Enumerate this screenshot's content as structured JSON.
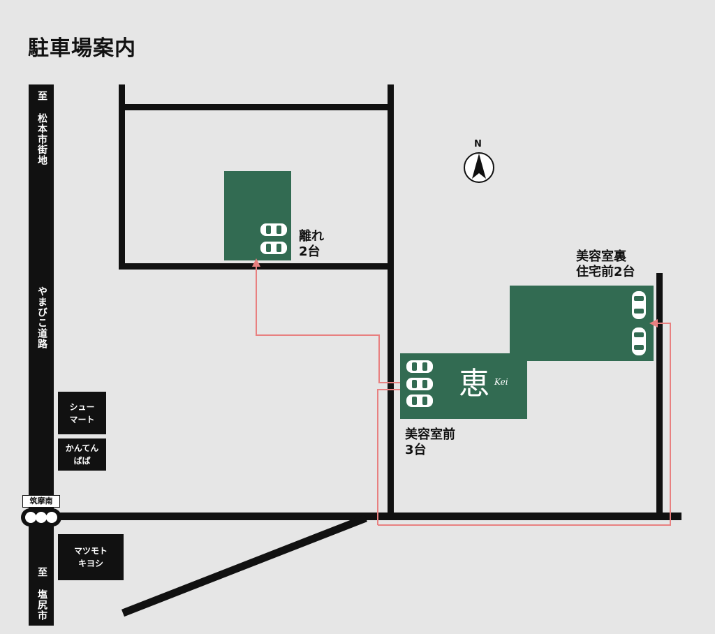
{
  "title": "駐車場案内",
  "roads": {
    "to_north": "至 松本市街地",
    "road_name": "やまびこ道路",
    "to_south": "至 塩尻市"
  },
  "intersection": "筑摩南",
  "stores": {
    "store1": "シュー\nマート",
    "store2": "かんてん\nぱぱ",
    "store3": "マツモト\nキヨシ"
  },
  "compass": {
    "north": "N"
  },
  "parking": {
    "annex": "離れ\n2台",
    "front": "美容室前\n3台",
    "rear": "美容室裏\n住宅前2台"
  },
  "logo": {
    "kanji": "恵",
    "latin": "Kei"
  },
  "colors": {
    "background": "#e6e6e6",
    "road": "#111111",
    "parking_lot": "#326b52",
    "route": "#e88080"
  }
}
